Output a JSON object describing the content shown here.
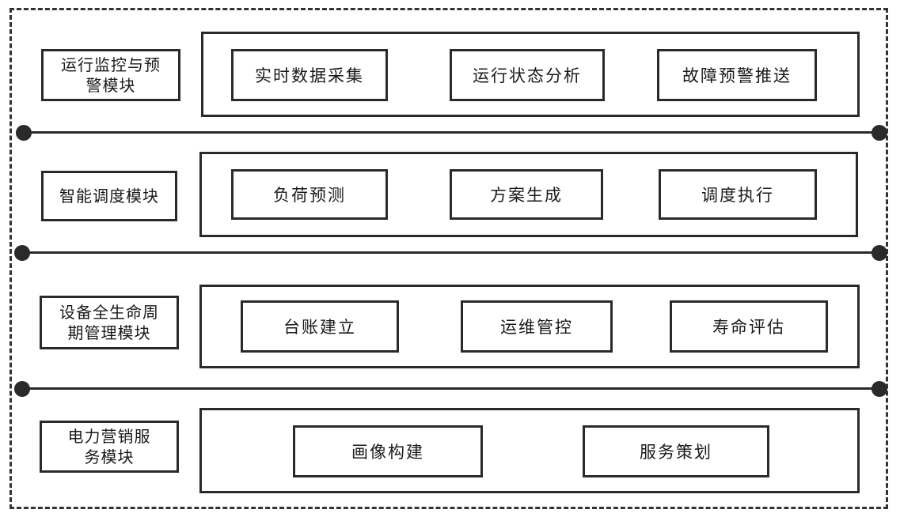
{
  "modules": [
    {
      "label_lines": [
        "运行监控与预",
        "警模块"
      ],
      "items": [
        "实时数据采集",
        "运行状态分析",
        "故障预警推送"
      ]
    },
    {
      "label_lines": [
        "智能调度模块"
      ],
      "items": [
        "负荷预测",
        "方案生成",
        "调度执行"
      ]
    },
    {
      "label_lines": [
        "设备全生命周",
        "期管理模块"
      ],
      "items": [
        "台账建立",
        "运维管控",
        "寿命评估"
      ]
    },
    {
      "label_lines": [
        "电力营销服",
        "务模块"
      ],
      "items": [
        "画像构建",
        "服务策划"
      ]
    }
  ],
  "colors": {
    "stroke": "#2a2a2a",
    "dashed_frame": "#333333",
    "background": "#ffffff"
  }
}
